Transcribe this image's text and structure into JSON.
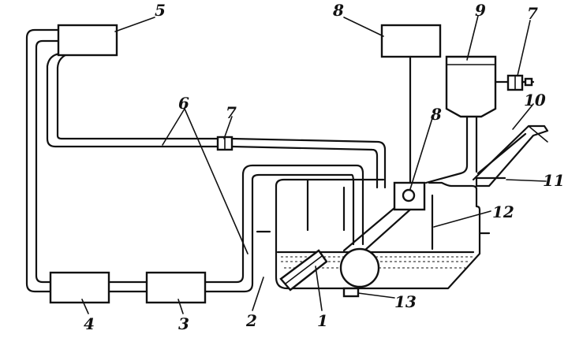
{
  "labels": {
    "n1": "1",
    "n2": "2",
    "n3": "3",
    "n4": "4",
    "n5": "5",
    "n6": "6",
    "n7a": "7",
    "n7b": "7",
    "n8a": "8",
    "n8b": "8",
    "n9": "9",
    "n10": "10",
    "n11": "11",
    "n12": "12",
    "n13": "13"
  }
}
